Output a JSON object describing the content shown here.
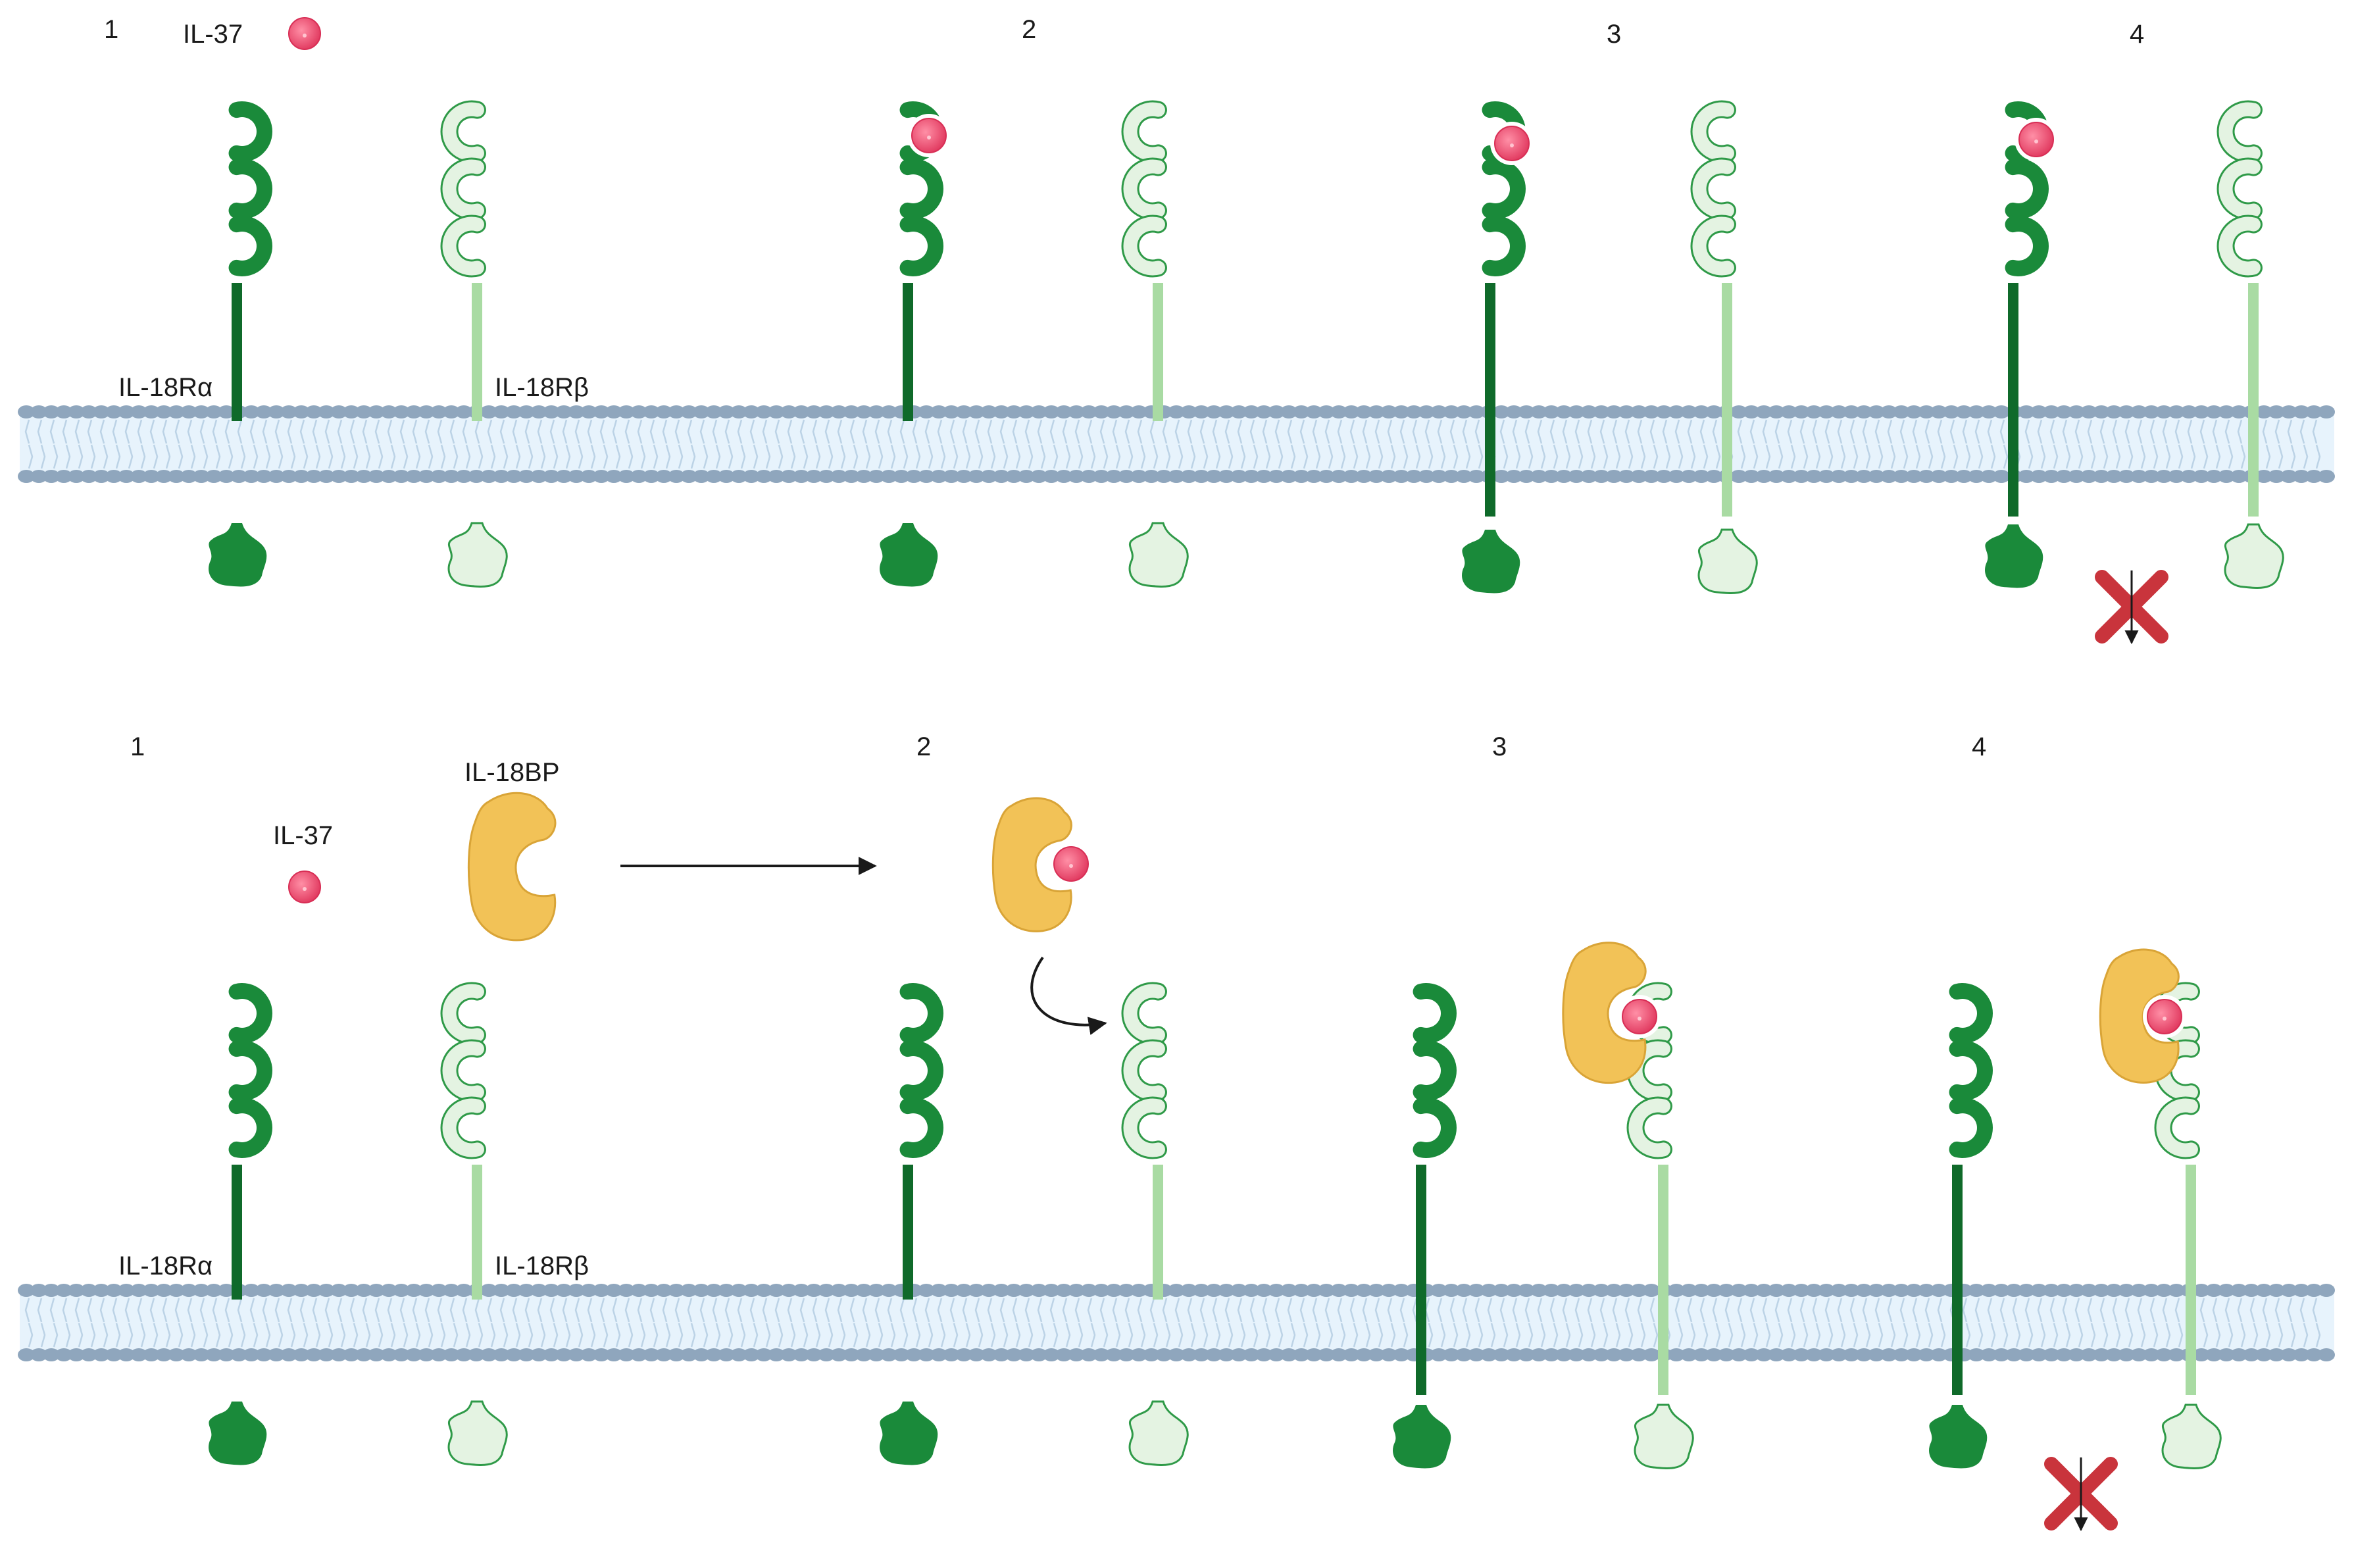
{
  "colors": {
    "receptor_alpha": "#1a8a3a",
    "receptor_alpha_stroke": "#0f6a2a",
    "receptor_beta": "#e4f3e2",
    "receptor_beta_stroke": "#2f9a48",
    "il37": "#ee4d6e",
    "il18bp": "#f2c257",
    "membrane_head": "#8fa6bd",
    "membrane_fill": "#e7f3fc",
    "membrane_tail": "#bcd3e6",
    "block_mark": "#c9343c",
    "arrow": "#1a1a1a"
  },
  "panel_top": {
    "steps": [
      "1",
      "2",
      "3",
      "4"
    ],
    "ligand_label": "IL-37",
    "receptor_alpha_label": "IL-18Rα",
    "receptor_beta_label": "IL-18Rβ",
    "block_icon": "red-x-mark"
  },
  "panel_bottom": {
    "steps": [
      "1",
      "2",
      "3",
      "4"
    ],
    "ligand_label": "IL-37",
    "binding_protein_label": "IL-18BP",
    "receptor_alpha_label": "IL-18Rα",
    "receptor_beta_label": "IL-18Rβ",
    "block_icon": "red-x-mark"
  }
}
